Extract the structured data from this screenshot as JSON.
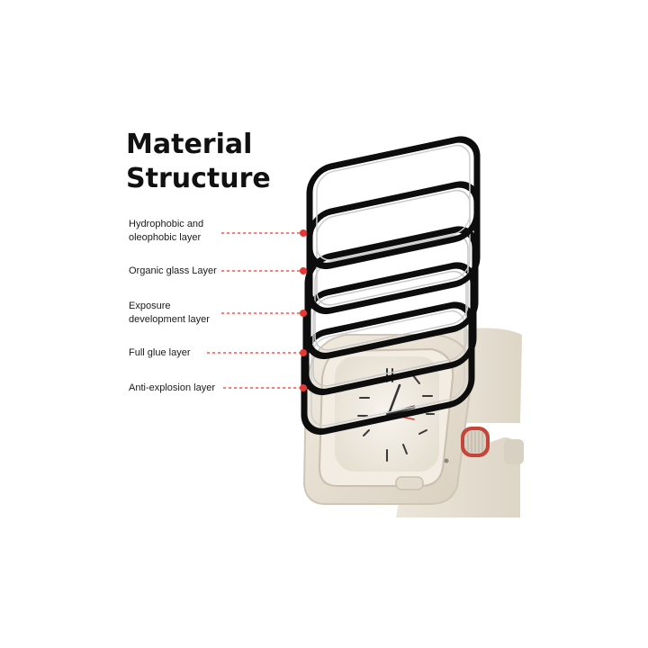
{
  "title": {
    "line1": "Material",
    "line2": "Structure"
  },
  "layers": [
    {
      "line1": "Hydrophobic and",
      "line2": "oleophobic layer"
    },
    {
      "line1": "Organic glass Layer",
      "line2": ""
    },
    {
      "line1": "Exposure",
      "line2": "development layer"
    },
    {
      "line1": "Full glue layer",
      "line2": ""
    },
    {
      "line1": "Anti-explosion layer",
      "line2": ""
    }
  ],
  "colors": {
    "leader": "#e53935",
    "frame": "#0d0d0d",
    "watch_body": "#e9e2d6",
    "band": "#e7e0d3",
    "crown_ring": "#c4463a"
  },
  "icons": {
    "layer_stack": "screen-protector-layers",
    "watch": "smartwatch-illustration"
  }
}
